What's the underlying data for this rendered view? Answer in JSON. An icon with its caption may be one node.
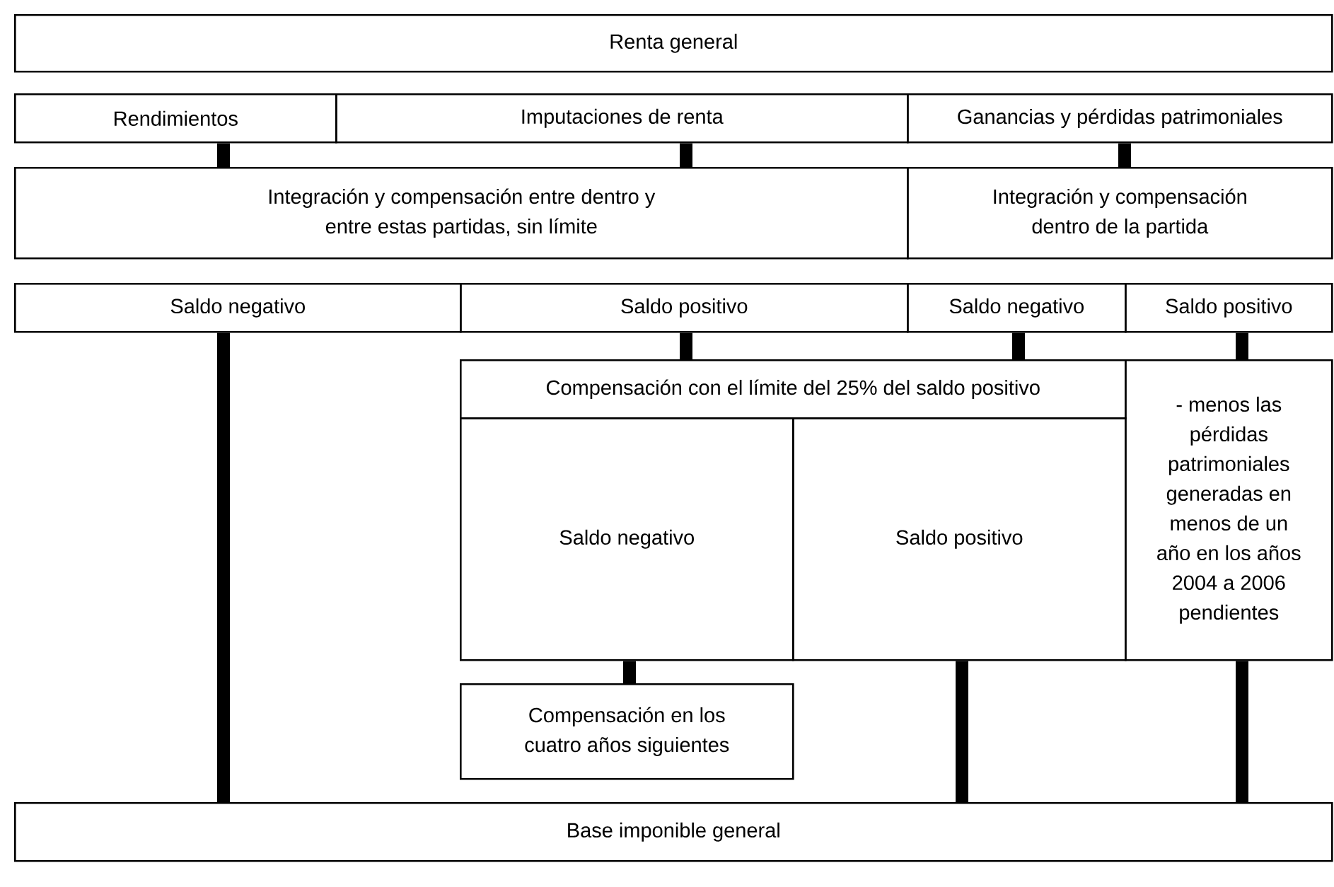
{
  "diagram": {
    "nodes": [
      {
        "text": [
          "Renta general"
        ]
      },
      {
        "text": [
          "Rendimientos"
        ]
      },
      {
        "text": [
          "Imputaciones de renta"
        ]
      },
      {
        "text": [
          "Ganancias y pérdidas patrimoniales"
        ]
      },
      {
        "text": [
          "Integración y compensación entre dentro y entre estas partidas, sin límite"
        ]
      },
      {
        "text": [
          "Integración y compensación dentro de la partida"
        ]
      },
      {
        "text": [
          "Saldo negativo"
        ]
      },
      {
        "text": [
          "Saldo positivo"
        ]
      },
      {
        "text": [
          "Saldo negativo"
        ]
      },
      {
        "text": [
          "Saldo positivo"
        ]
      },
      {
        "text": [
          "Compensación con el límite del 25% del saldo positivo"
        ]
      },
      {
        "text": [
          "Saldo negativo"
        ]
      },
      {
        "text": [
          "Saldo positivo"
        ]
      },
      {
        "text": [
          "- menos las pérdidas patrimoniales generadas en menos de un año en los años 2004 a 2006 pendientes"
        ]
      },
      {
        "text": [
          "Compensación en los cuatro años siguientes"
        ]
      },
      {
        "text": [
          "Base imponible general"
        ]
      }
    ],
    "edges": [
      {
        "from": 1,
        "to": 4,
        "arrow": "none"
      },
      {
        "from": 2,
        "to": 4,
        "arrow": "none"
      },
      {
        "from": 3,
        "to": 5,
        "arrow": "none"
      },
      {
        "from": 7,
        "to": 10,
        "arrow": "none"
      },
      {
        "from": 8,
        "to": 10,
        "arrow": "none"
      },
      {
        "from": 9,
        "to": 13,
        "arrow": "none"
      },
      {
        "from": 11,
        "to": 14,
        "arrow": "none"
      },
      {
        "from": 6,
        "to": 15,
        "arrow": "none"
      },
      {
        "from": 12,
        "to": 15,
        "arrow": "none"
      },
      {
        "from": 13,
        "to": 15,
        "arrow": "none"
      }
    ]
  }
}
